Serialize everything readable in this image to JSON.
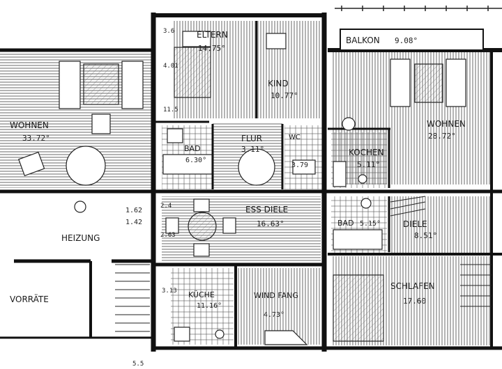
{
  "rooms": {
    "eltern": {
      "name": "ELTERN",
      "area": "14.75°"
    },
    "kind": {
      "name": "KIND",
      "area": "10.77°"
    },
    "balkon": {
      "name": "BALKON",
      "area": "9.08°"
    },
    "wohnen_left": {
      "name": "WOHNEN",
      "area": "33.72°"
    },
    "wohnen_right": {
      "name": "WOHNEN",
      "area": "28.72°"
    },
    "flur": {
      "name": "FLUR",
      "area": "3.11°"
    },
    "bad_left": {
      "name": "BAD",
      "area": "6.30°"
    },
    "wc": {
      "name": "WC",
      "area": "3.79"
    },
    "kochen": {
      "name": "KOCHEN",
      "area": "5.11°"
    },
    "heizung": {
      "name": "HEIZUNG"
    },
    "essdiele": {
      "name": "ESS DIELE",
      "area": "16.63°"
    },
    "bad_right": {
      "name": "BAD",
      "area": "5.15°"
    },
    "diele_right": {
      "name": "DIELE",
      "area": "8.51°"
    },
    "vorraete": {
      "name": "VORRÄTE"
    },
    "kueche": {
      "name": "KÜCHE",
      "area": "11.16°"
    },
    "windfang": {
      "name": "WIND FANG",
      "area": "4.73°"
    },
    "schlafen": {
      "name": "SCHLAFEN",
      "area": "17.60"
    },
    "small_room": {
      "name": "1.62",
      "area": "1.42"
    }
  },
  "dimensions": {
    "d1": "3.6",
    "d2": "4.01",
    "d3": "11.5",
    "d4": "2.4",
    "d5": "2.63",
    "d6": "3.13",
    "d7": "5.5"
  }
}
